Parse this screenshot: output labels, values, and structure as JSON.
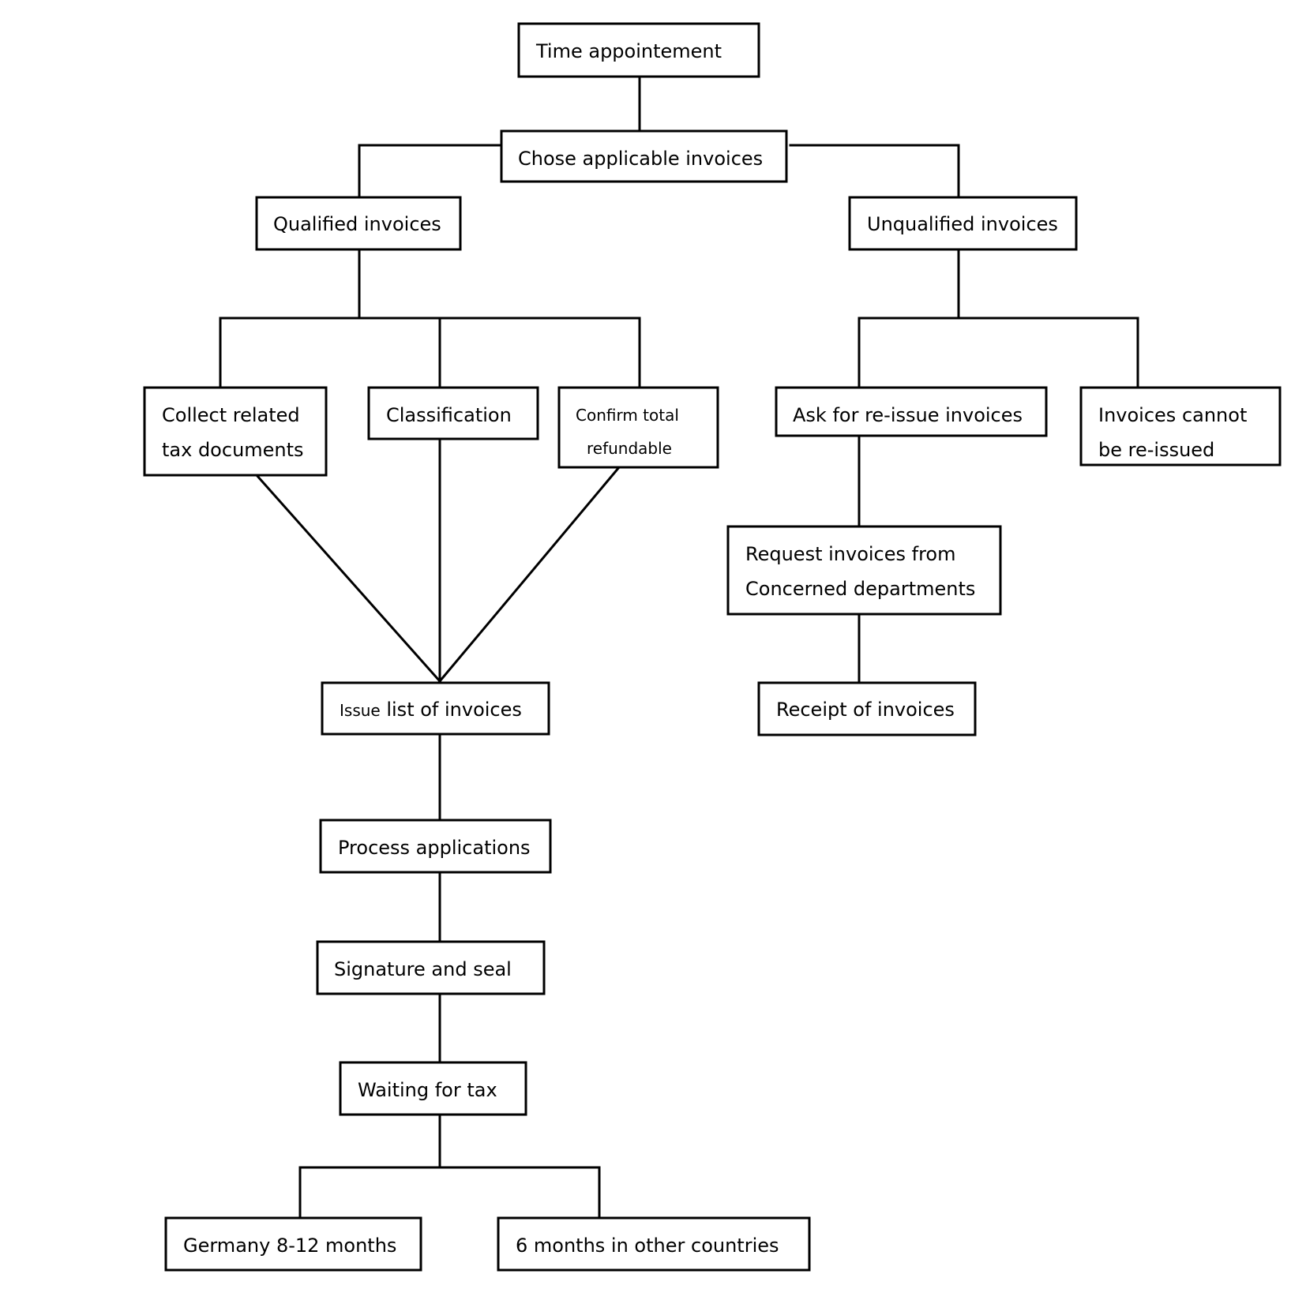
{
  "diagram": {
    "nodes": {
      "time_appointment": {
        "lines": [
          "Time appointement"
        ]
      },
      "chose_applicable": {
        "lines": [
          "Chose applicable invoices"
        ]
      },
      "qualified": {
        "lines": [
          "Qualified invoices"
        ]
      },
      "unqualified": {
        "lines": [
          "Unqualified invoices"
        ]
      },
      "collect_related": {
        "lines": [
          "Collect related",
          "tax documents"
        ]
      },
      "classification": {
        "lines": [
          "Classification"
        ]
      },
      "confirm_total": {
        "lines": [
          "Confirm total",
          "refundable"
        ]
      },
      "ask_reissue": {
        "lines": [
          "Ask for re-issue invoices"
        ]
      },
      "cannot_reissue": {
        "lines": [
          "Invoices cannot",
          "be re-issued"
        ]
      },
      "request_invoices": {
        "lines": [
          "Request invoices from",
          "Concerned departments"
        ]
      },
      "receipt": {
        "lines": [
          "Receipt of invoices"
        ]
      },
      "issue_list": {
        "prefix": "Issue",
        "rest": " list of invoices"
      },
      "process_applications": {
        "lines": [
          "Process applications"
        ]
      },
      "signature_seal": {
        "lines": [
          "Signature and seal"
        ]
      },
      "waiting_tax": {
        "lines": [
          "Waiting for tax"
        ]
      },
      "germany": {
        "lines": [
          "Germany 8-12 months"
        ]
      },
      "other_countries": {
        "lines": [
          "6 months in other countries"
        ]
      }
    }
  }
}
